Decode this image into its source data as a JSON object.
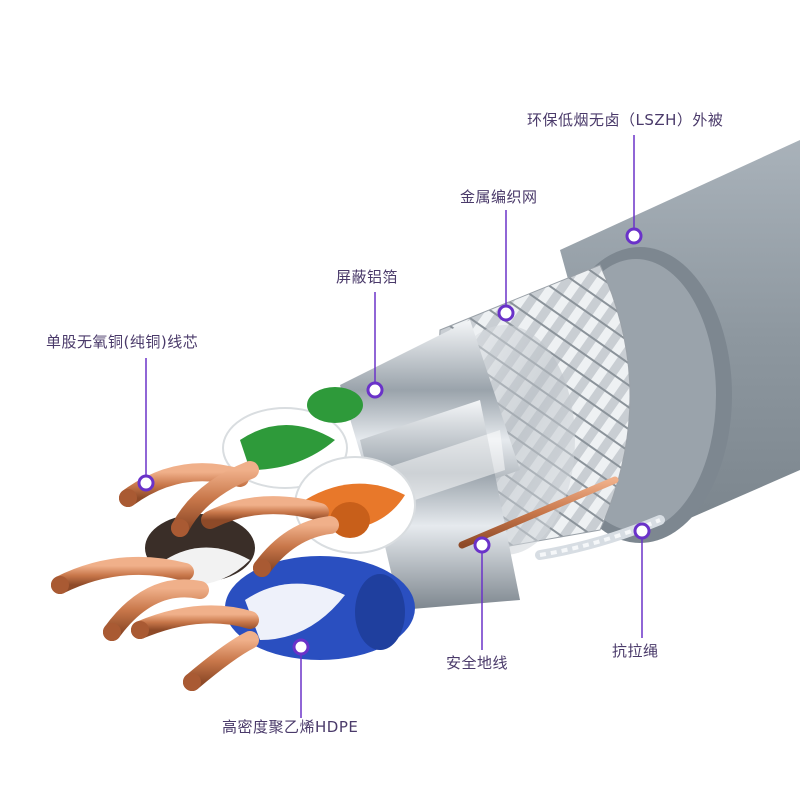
{
  "labels": {
    "outer_jacket": "环保低烟无卤（LSZH）外被",
    "metal_braid": "金属编织网",
    "foil_shield": "屏蔽铝箔",
    "copper_conductor": "单股无氧铜(纯铜)线芯",
    "ground_wire": "安全地线",
    "strength_cord": "抗拉绳",
    "hdpe_insulation": "高密度聚乙烯HDPE"
  },
  "colors": {
    "accent": "#6a32c9",
    "jacket": "#8f9aa3",
    "copper": "#c8774a",
    "pair_green": "#2e9a3a",
    "pair_orange": "#e8782a",
    "pair_blue": "#2a4fc0",
    "pair_brown": "#3a2e28"
  }
}
